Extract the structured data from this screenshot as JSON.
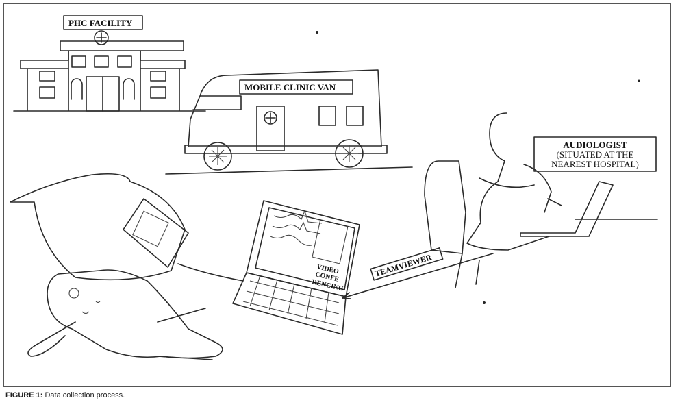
{
  "figure": {
    "labels": {
      "phc": "PHC FACILITY",
      "van": "MOBILE CLINIC VAN",
      "audiologist_1": "AUDIOLOGIST",
      "audiologist_2": "(SITUATED AT THE",
      "audiologist_3": "NEAREST HOSPITAL)",
      "video_1": "VIDEO",
      "video_2": "CONFE",
      "video_3": "RENCING",
      "teamviewer": "TEAMVIEWER"
    }
  },
  "caption": {
    "label": "FIGURE 1:",
    "text": " Data collection process."
  }
}
